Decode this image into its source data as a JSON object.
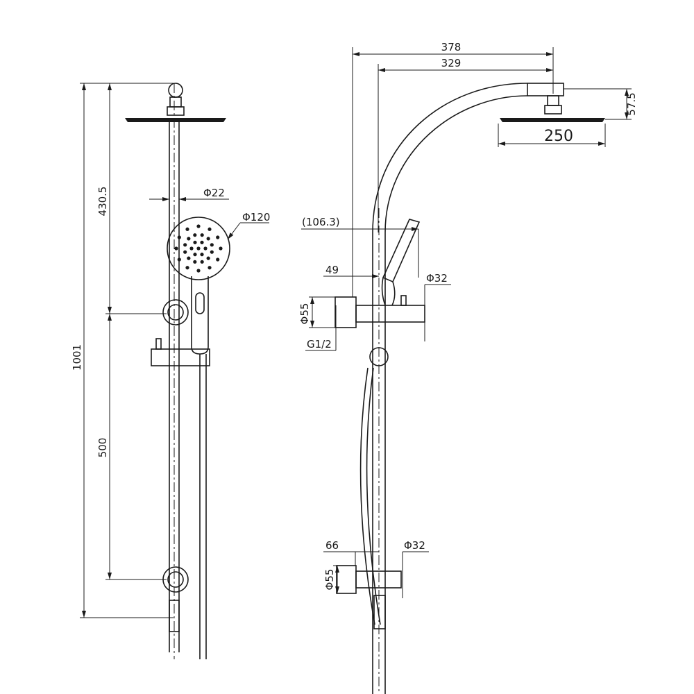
{
  "front_view": {
    "total_height": "1001",
    "upper_height": "430.5",
    "bracket_spacing": "500",
    "pipe_diameter": "Φ22",
    "hand_shower_diameter": "Φ120"
  },
  "side_view": {
    "overall_projection": "378",
    "arm_projection": "329",
    "head_height": "57.5",
    "head_diameter": "250",
    "hand_shower_offset": "(106.3)",
    "pipe_offset_top": "49",
    "outlet_diameter_top": "Φ32",
    "flange_diameter_top": "Φ55",
    "thread_size": "G1/2",
    "pipe_offset_bottom": "66",
    "outlet_diameter_bottom": "Φ32",
    "flange_diameter_bottom": "Φ55"
  },
  "colors": {
    "line": "#1a1a1a",
    "background": "#ffffff"
  }
}
